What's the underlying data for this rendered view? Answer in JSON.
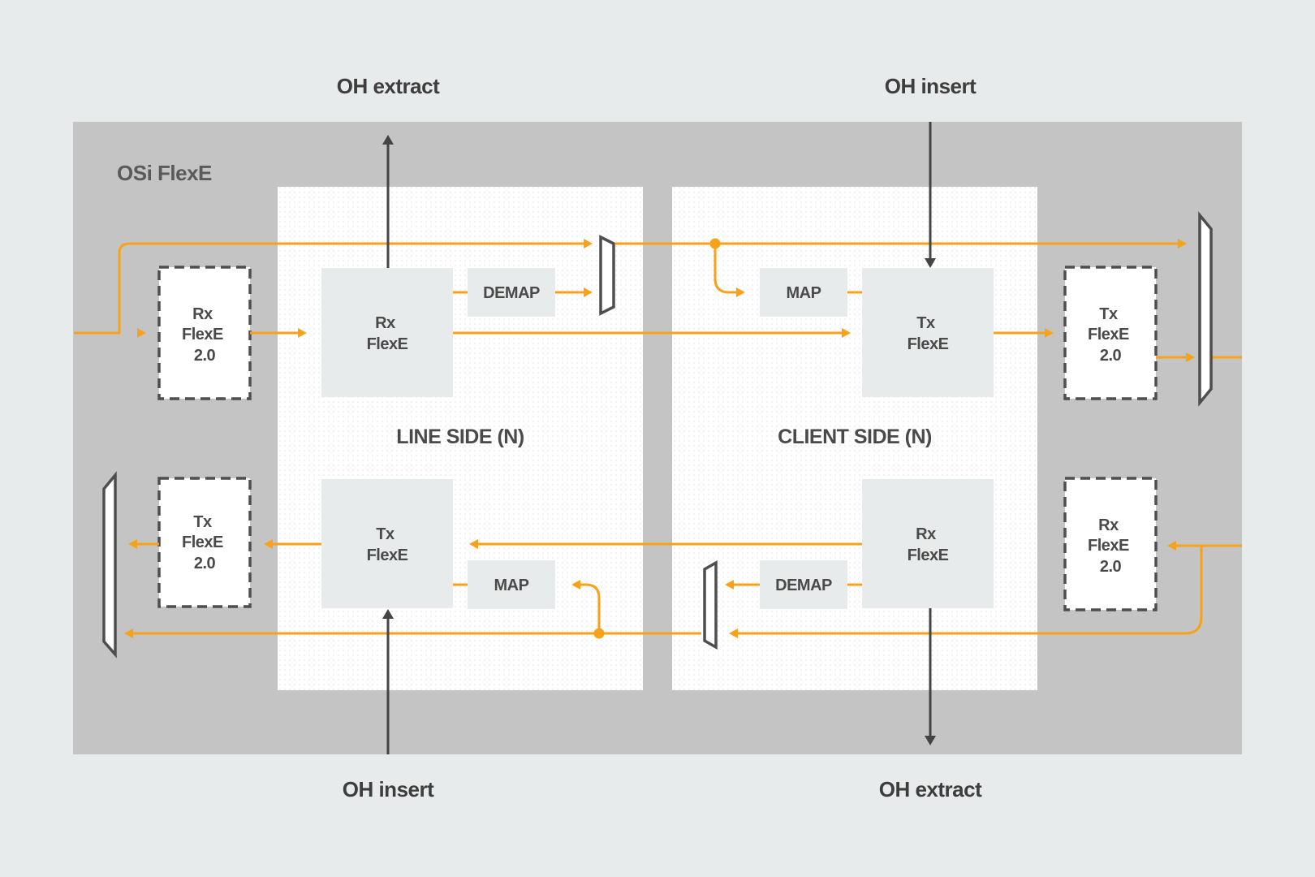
{
  "labels": {
    "top_left": "OH extract",
    "top_right": "OH insert",
    "bottom_left": "OH insert",
    "bottom_right": "OH extract",
    "title": "OSi FlexE",
    "line_side": "LINE SIDE (N)",
    "client_side": "CLIENT SIDE (N)"
  },
  "blocks": {
    "rx_flexe20_left": [
      "Rx",
      "FlexE",
      "2.0"
    ],
    "tx_flexe20_left": [
      "Tx",
      "FlexE",
      "2.0"
    ],
    "rx_flexe_line": [
      "Rx",
      "FlexE"
    ],
    "tx_flexe_line": [
      "Tx",
      "FlexE"
    ],
    "demap_line": "DEMAP",
    "map_line": "MAP",
    "map_client": "MAP",
    "demap_client": "DEMAP",
    "tx_flexe_client": [
      "Tx",
      "FlexE"
    ],
    "rx_flexe_client": [
      "Rx",
      "FlexE"
    ],
    "tx_flexe20_right": [
      "Tx",
      "FlexE",
      "2.0"
    ],
    "rx_flexe20_right": [
      "Rx",
      "FlexE",
      "2.0"
    ]
  },
  "colors": {
    "flow": "#f7a21b",
    "overhead": "#444444",
    "outer_panel": "#c4c4c4",
    "background": "#e8ebec"
  }
}
